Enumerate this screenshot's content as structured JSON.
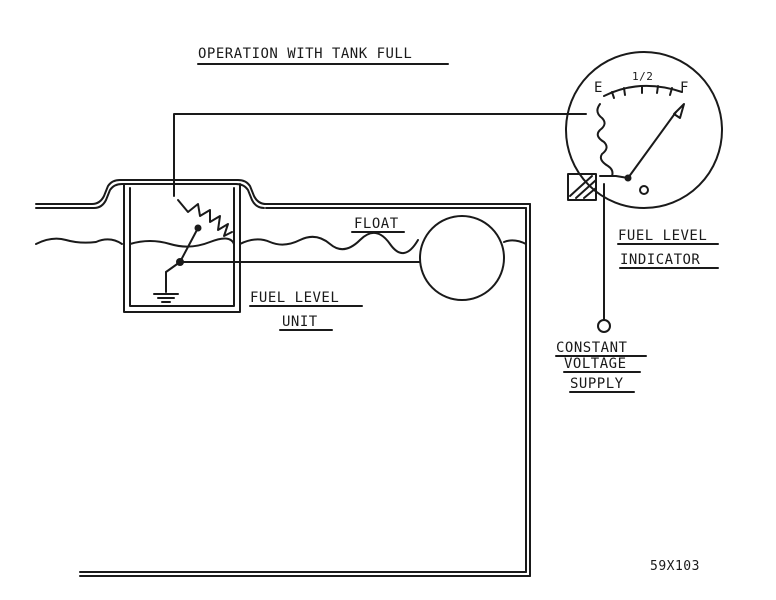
{
  "title": "OPERATION WITH TANK FULL",
  "labels": {
    "float": "FLOAT",
    "unit_line1": "FUEL LEVEL",
    "unit_line2": "UNIT",
    "indicator_line1": "FUEL LEVEL",
    "indicator_line2": "INDICATOR",
    "supply_line1": "CONSTANT",
    "supply_line2": "VOLTAGE",
    "supply_line3": "SUPPLY",
    "figure_id": "59X103"
  },
  "gauge": {
    "empty": "E",
    "half": "1/2",
    "full": "F"
  },
  "colors": {
    "ink": "#1a1a1a",
    "paper": "#ffffff"
  }
}
